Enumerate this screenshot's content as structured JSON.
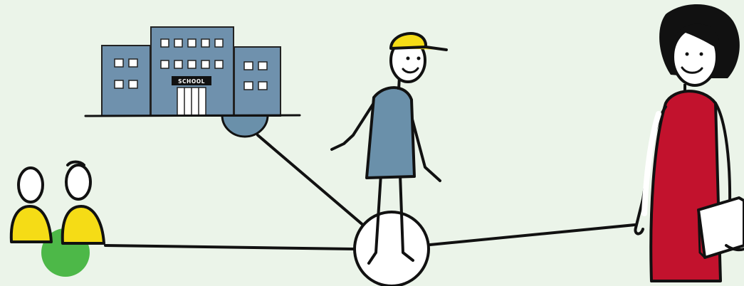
{
  "school": {
    "sign_text": "SCHOOL"
  },
  "colors": {
    "background": "#ebf4e9",
    "building": "#6f91ad",
    "window": "#ffffff",
    "outline": "#111111",
    "helmet": "#f5dc16",
    "shirt": "#6a90aa",
    "dress": "#c2122d",
    "hair": "#111111",
    "kids_shirt": "#f5dc16",
    "kids_disc": "#4db848",
    "hub_disc": "#ffffff",
    "school_disc": "#6a90aa"
  },
  "nodes": [
    {
      "id": "school",
      "icon": "school-building-icon"
    },
    {
      "id": "children",
      "icon": "children-icon"
    },
    {
      "id": "student",
      "icon": "student-with-cap-icon"
    },
    {
      "id": "teacher",
      "icon": "teacher-icon"
    }
  ],
  "connections": [
    {
      "from": "school",
      "to": "student"
    },
    {
      "from": "children",
      "to": "student"
    },
    {
      "from": "student",
      "to": "teacher"
    }
  ]
}
